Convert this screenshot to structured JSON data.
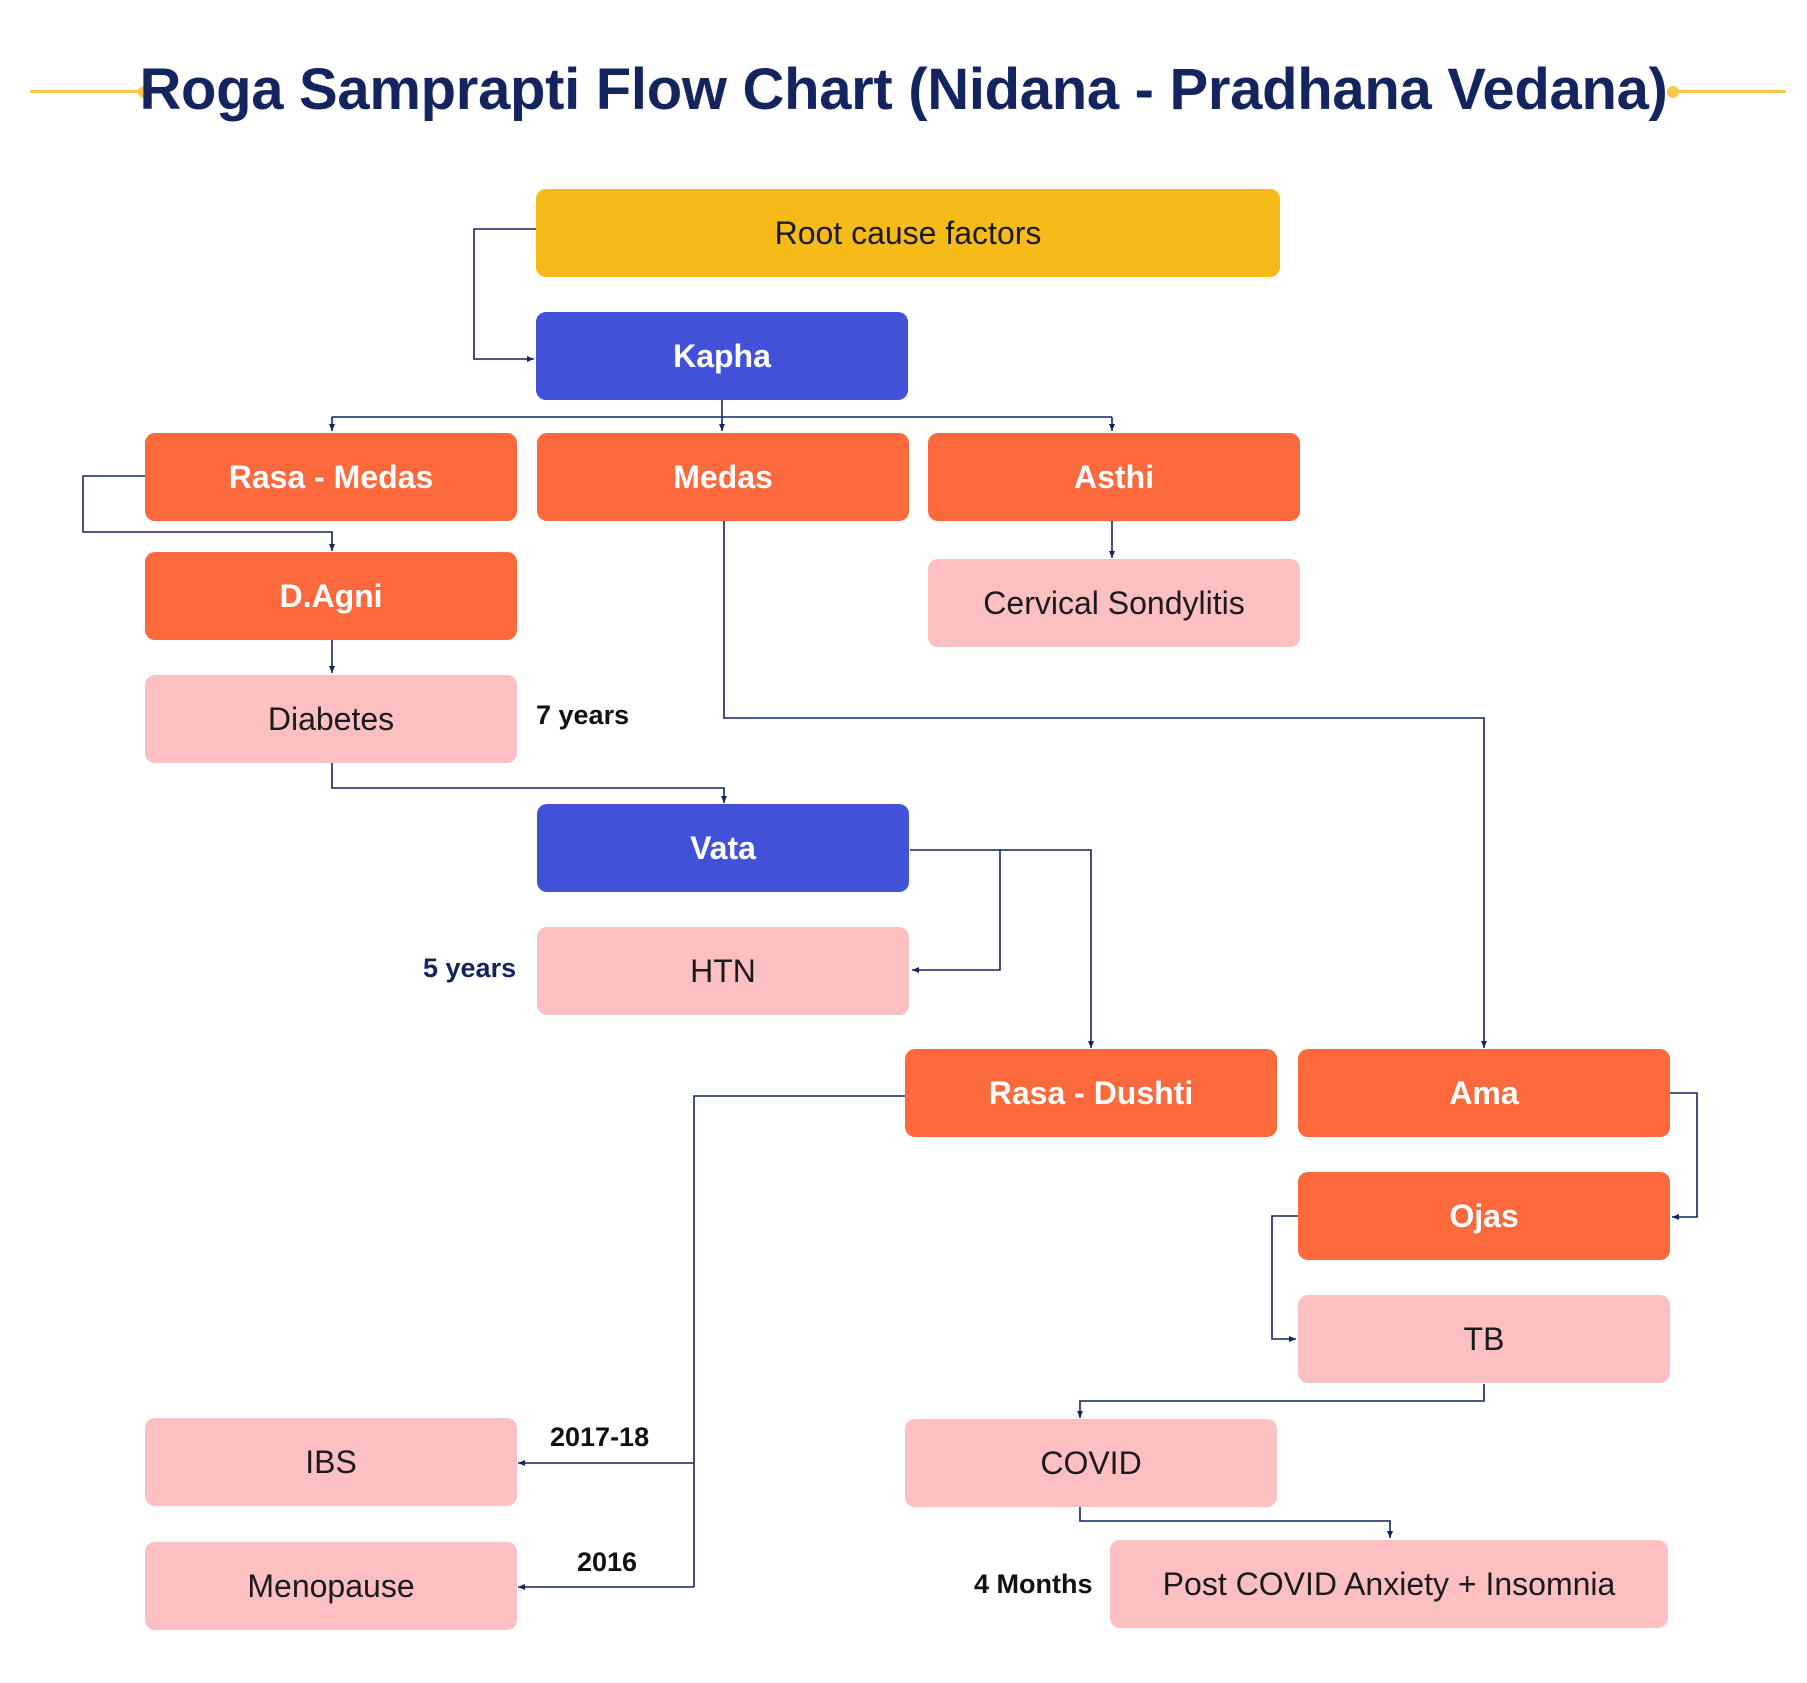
{
  "title": "Roga Samprapti Flow Chart (Nidana - Pradhana Vedana)",
  "colors": {
    "title": "#14245e",
    "accent": "#f5c84b",
    "root": "#f6ba19",
    "dosha": "#4152d9",
    "dhatu": "#fb693d",
    "disease": "#fdc0c2",
    "connector": "#14245e"
  },
  "nodes": {
    "root": "Root cause factors",
    "kapha": "Kapha",
    "rasa_medas": "Rasa - Medas",
    "medas": "Medas",
    "asthi": "Asthi",
    "dagni": "D.Agni",
    "cervical": "Cervical Sondylitis",
    "diabetes": "Diabetes",
    "vata": "Vata",
    "htn": "HTN",
    "rasa_dushti": "Rasa - Dushti",
    "ama": "Ama",
    "ojas": "Ojas",
    "tb": "TB",
    "ibs": "IBS",
    "covid": "COVID",
    "menopause": "Menopause",
    "post_covid": "Post COVID Anxiety + Insomnia"
  },
  "labels": {
    "diabetes_duration": "7 years",
    "htn_duration": "5 years",
    "ibs_period": "2017-18",
    "menopause_year": "2016",
    "post_covid_duration": "4 Months"
  }
}
